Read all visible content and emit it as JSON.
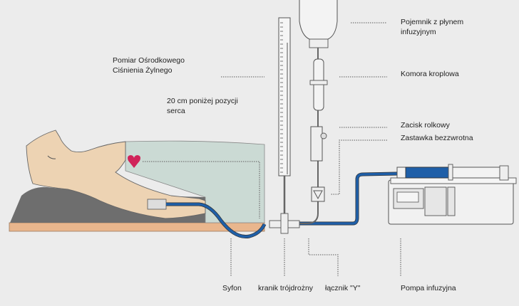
{
  "labels": {
    "container": [
      "Pojemnik z płynem",
      "infuzyjnym"
    ],
    "drip_chamber": "Komora kroplowa",
    "cvp": [
      "Pomiar Ośrodkowego",
      "Ciśnienia  Żylnego"
    ],
    "below_heart": [
      "20 cm poniżej pozycji",
      "serca"
    ],
    "roller_clamp": "Zacisk rolkowy",
    "check_valve": "Zastawka bezzwrotna",
    "siphon": "Syfon",
    "stopcock": "kranik trójdrożny",
    "y_connector": "łącznik \"Y\"",
    "pump": "Pompa infuzyjna"
  },
  "colors": {
    "background": "#ececec",
    "tubing": "#1f5fa8",
    "heart": "#d0245a",
    "skin": "#edd3b3",
    "blanket": "#cbdad4",
    "mattress": "#6e6e6e",
    "board": "#e9b68d"
  }
}
